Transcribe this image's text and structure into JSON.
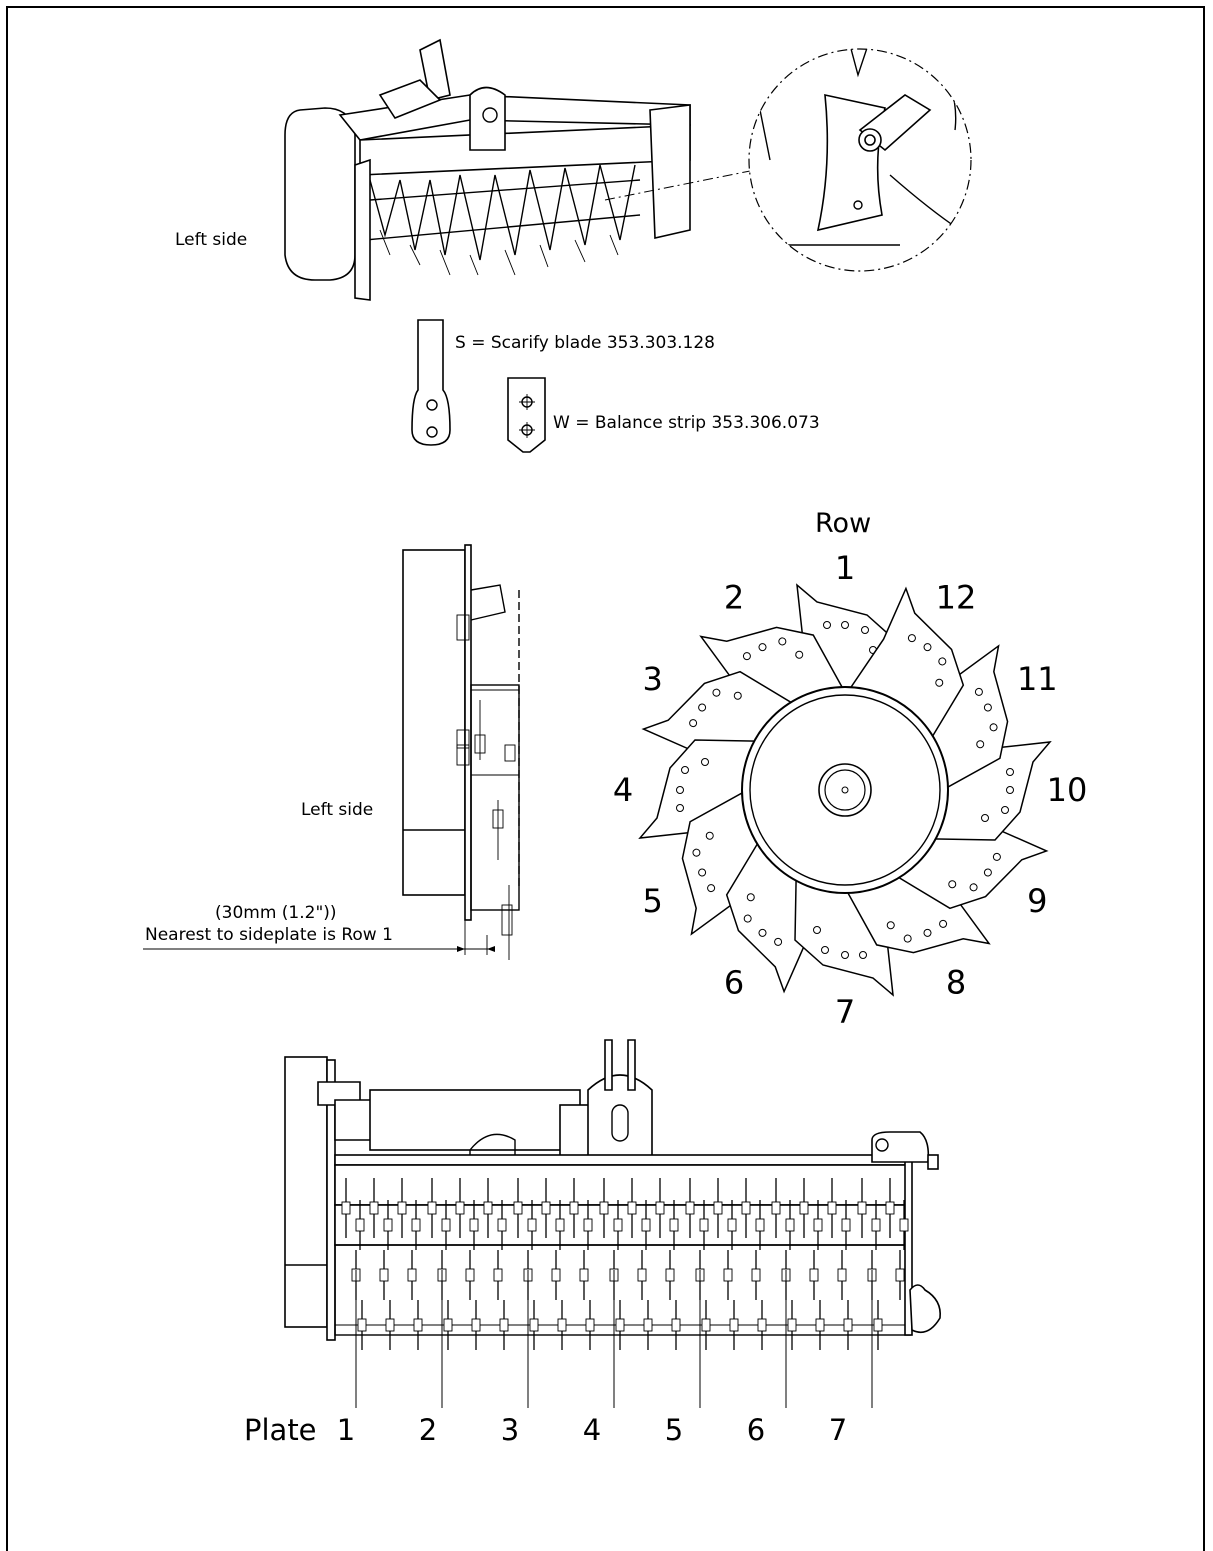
{
  "top_view": {
    "side_label": "Left side"
  },
  "legend": {
    "scarify_blade": "S = Scarify blade 353.303.128",
    "balance_strip": "W = Balance strip 353.306.073"
  },
  "side_view": {
    "side_label": "Left side",
    "offset_note": "(30mm (1.2\"))",
    "row_note": "Nearest to sideplate is Row 1"
  },
  "rotor_diagram": {
    "title": "Row",
    "rows": [
      "1",
      "2",
      "3",
      "4",
      "5",
      "6",
      "7",
      "8",
      "9",
      "10",
      "11",
      "12"
    ]
  },
  "front_view": {
    "plate_label": "Plate",
    "plates": [
      "1",
      "2",
      "3",
      "4",
      "5",
      "6",
      "7"
    ]
  }
}
